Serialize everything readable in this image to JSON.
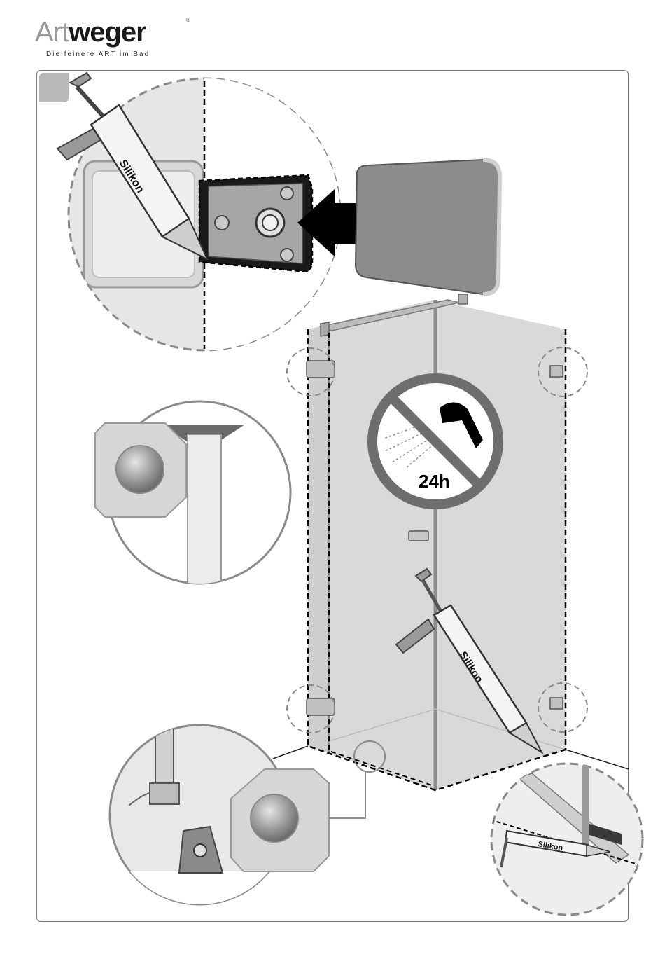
{
  "logo": {
    "brand_part1": "Art",
    "brand_part2": "weger",
    "registered": "®",
    "tagline": "Die feinere ART im Bad"
  },
  "labels": {
    "silikon_top": "Silikon",
    "silikon_center": "Silikon",
    "silikon_bottom": "Silikon",
    "cure_time": "24h"
  },
  "colors": {
    "panel_border": "#777777",
    "glass": "#d9d9d9",
    "frame": "#8c8c8c",
    "prohibition": "#6e6e6e",
    "arrow": "#000000"
  },
  "icons": [
    "caulking-gun-icon",
    "wall-bracket-icon",
    "no-cleaning-icon",
    "arrow-right-icon"
  ]
}
